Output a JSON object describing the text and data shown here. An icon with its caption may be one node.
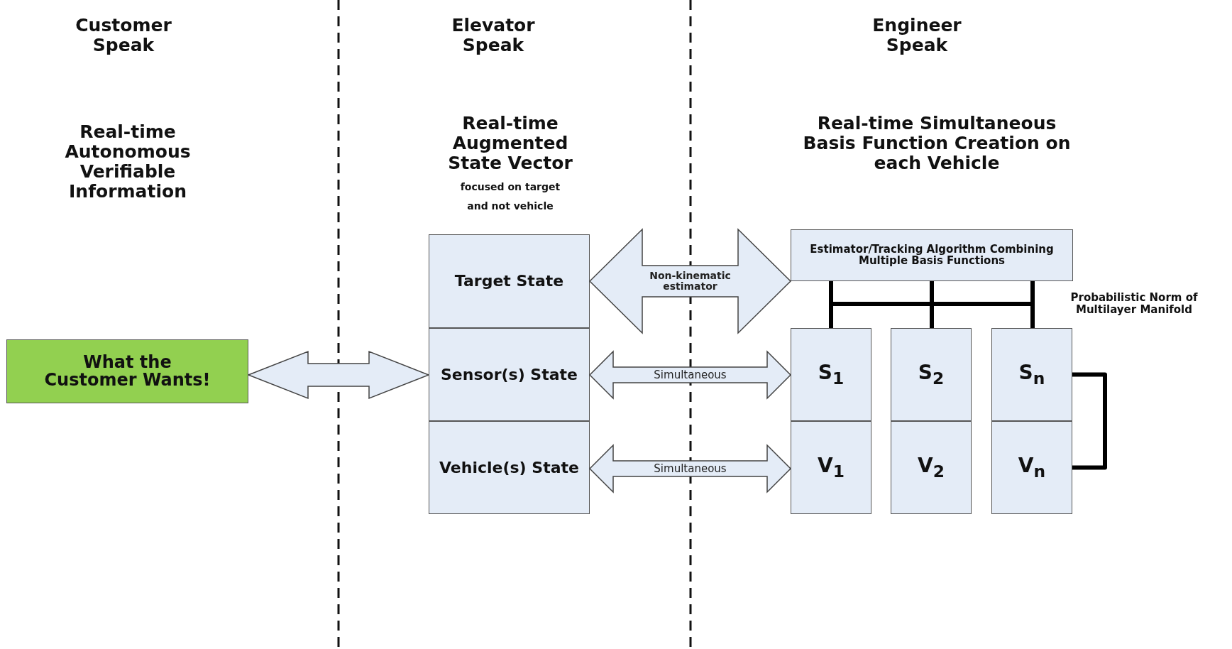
{
  "diagram": {
    "nodes": [
      {
        "text": [
          "What the Customer Wants!"
        ]
      },
      {
        "text": [
          "Target State"
        ]
      },
      {
        "text": [
          "Sensor(s) State"
        ]
      },
      {
        "text": [
          "Vehicle(s) State"
        ]
      },
      {
        "text": [
          "Estimator/Tracking Algorithm Combining Multiple Basis Functions"
        ]
      },
      {
        "text": [
          "S$_{1}$"
        ]
      },
      {
        "text": [
          "S$_{2}$"
        ]
      },
      {
        "text": [
          "S$_{n}$"
        ]
      },
      {
        "text": [
          "V$_{1}$"
        ]
      },
      {
        "text": [
          "V$_{2}$"
        ]
      },
      {
        "text": [
          "V$_{n}$"
        ]
      }
    ],
    "edges": [
      {
        "from": 0,
        "to": 2,
        "arrow": "both"
      },
      {
        "from": 1,
        "to": 4,
        "arrow": "both",
        "label": "Non-kinematic estimator"
      },
      {
        "from": 2,
        "to": 5,
        "arrow": "both",
        "label": "Simultaneous"
      },
      {
        "from": 3,
        "to": 8,
        "arrow": "both",
        "label": "Simultaneous"
      },
      {
        "from": 4,
        "to": 5,
        "arrow": "none"
      },
      {
        "from": 4,
        "to": 6,
        "arrow": "none"
      },
      {
        "from": 4,
        "to": 7,
        "arrow": "none"
      },
      {
        "from": 7,
        "to": 10,
        "arrow": "none"
      }
    ],
    "labels": [
      "Customer Speak",
      "Elevator Speak",
      "Engineer Speak",
      "Real-time Autonomous Verifiable Information",
      "Real-time Augmented State Vector",
      "focused on target and not vehicle",
      "Real-time Simultaneous Basis Function Creation on each Vehicle",
      "Probabilistic Norm of Multilayer Manifold"
    ]
  }
}
